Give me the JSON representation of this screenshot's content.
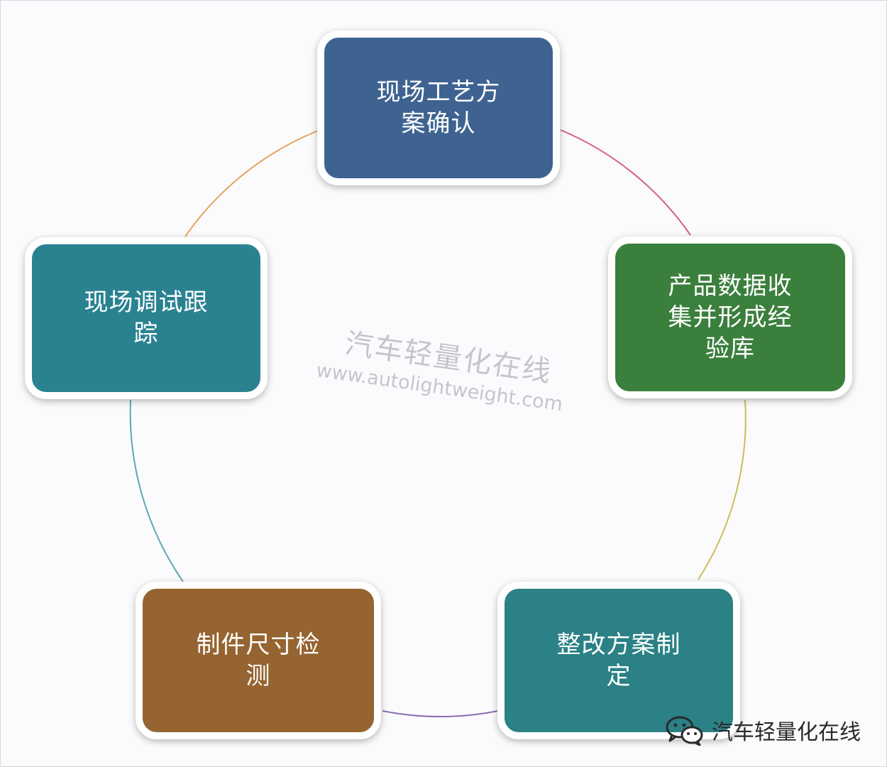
{
  "diagram": {
    "nodes": [
      {
        "id": "process-confirm",
        "text": "现场工艺方\n案确认",
        "color": "#3e6391"
      },
      {
        "id": "data-collection",
        "text": "产品数据收\n集并形成经\n验库",
        "color": "#3b7f3d"
      },
      {
        "id": "plan-formulation",
        "text": "整改方案制\n定",
        "color": "#2b8185"
      },
      {
        "id": "size-inspection",
        "text": "制件尺寸检\n测",
        "color": "#956430"
      },
      {
        "id": "debug-tracking",
        "text": "现场调试跟\n踪",
        "color": "#2a8291"
      }
    ],
    "connectors": [
      {
        "from": "debug-tracking",
        "to": "process-confirm",
        "color": "#e8a35a"
      },
      {
        "from": "process-confirm",
        "to": "data-collection",
        "color": "#d46083"
      },
      {
        "from": "data-collection",
        "to": "plan-formulation",
        "color": "#c9bf55"
      },
      {
        "from": "plan-formulation",
        "to": "size-inspection",
        "color": "#8a6fb0"
      },
      {
        "from": "size-inspection",
        "to": "debug-tracking",
        "color": "#5fa7b5"
      }
    ]
  },
  "watermark": {
    "cn": "汽车轻量化在线",
    "url": "www.autolightweight.com"
  },
  "brand": {
    "icon": "wechat-icon",
    "text": "汽车轻量化在线"
  }
}
